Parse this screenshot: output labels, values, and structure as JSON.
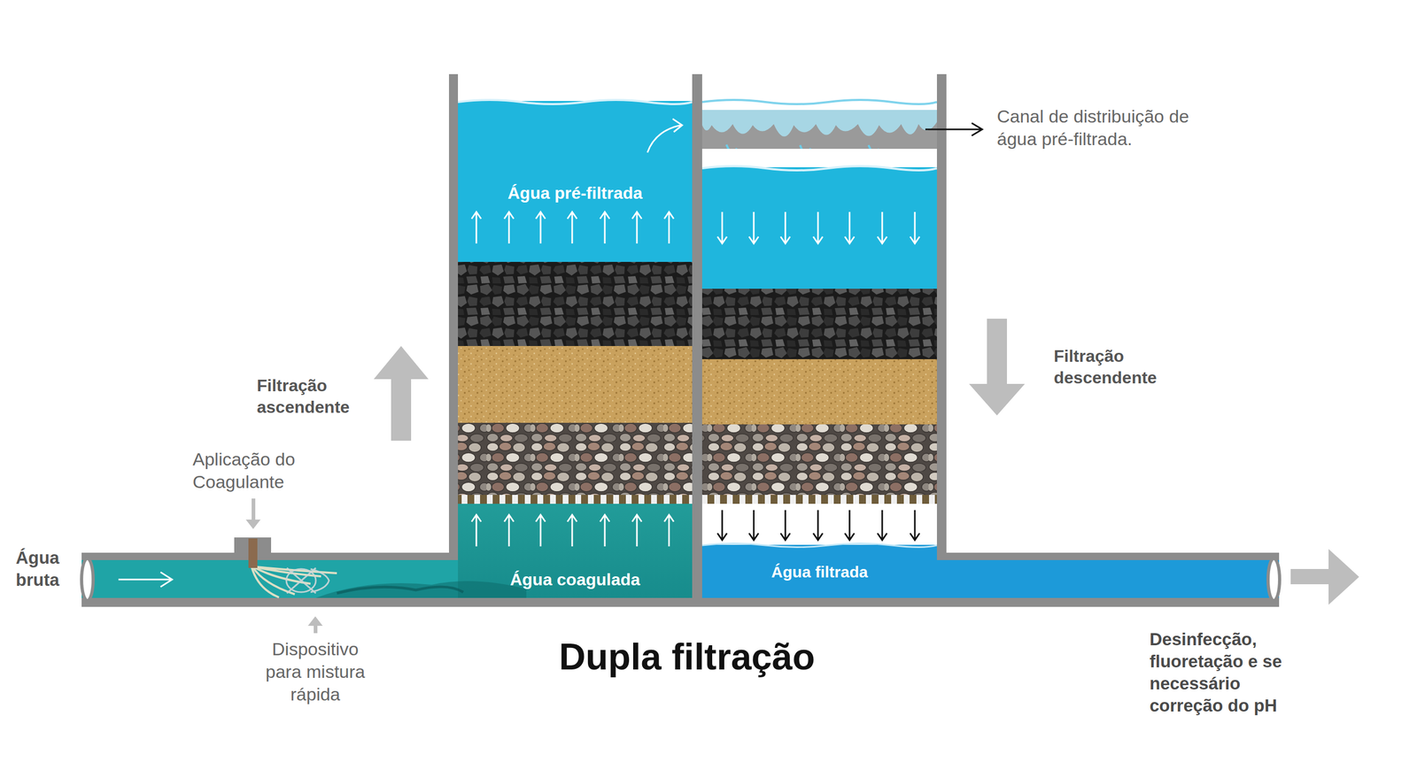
{
  "diagram": {
    "title": "Dupla filtração",
    "nodes": [
      {
        "text": [
          "Água pré-filtrada"
        ]
      },
      {
        "text": [
          "Água coagulada"
        ]
      },
      {
        "text": [
          "Água filtrada"
        ]
      }
    ],
    "labels": [
      "Água bruta",
      "Aplicação do Coagulante",
      "Dispositivo para mistura rápida",
      "Filtração ascendente",
      "Canal de distribuição de água pré-filtrada.",
      "Filtração descendente",
      "Desinfecção, fluoretação e se necessário correção do pH"
    ]
  }
}
